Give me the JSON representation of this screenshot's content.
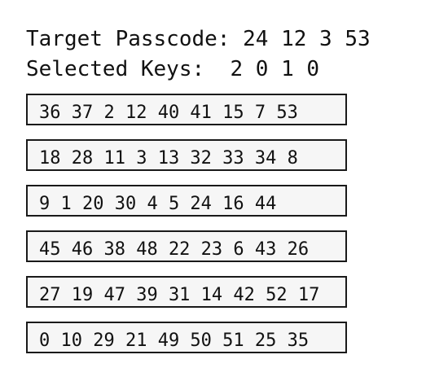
{
  "target": {
    "label": "Target Passcode:",
    "value": "24 12 3 53"
  },
  "selected": {
    "label": "Selected Keys:",
    "value": "2 0 1 0"
  },
  "rows": [
    "36 37 2 12 40 41 15 7 53",
    "18 28 11 3 13 32 33 34 8",
    "9 1 20 30 4 5 24 16 44",
    "45 46 38 48 22 23 6 43 26",
    "27 19 47 39 31 14 42 52 17",
    "0 10 29 21 49 50 51 25 35"
  ]
}
